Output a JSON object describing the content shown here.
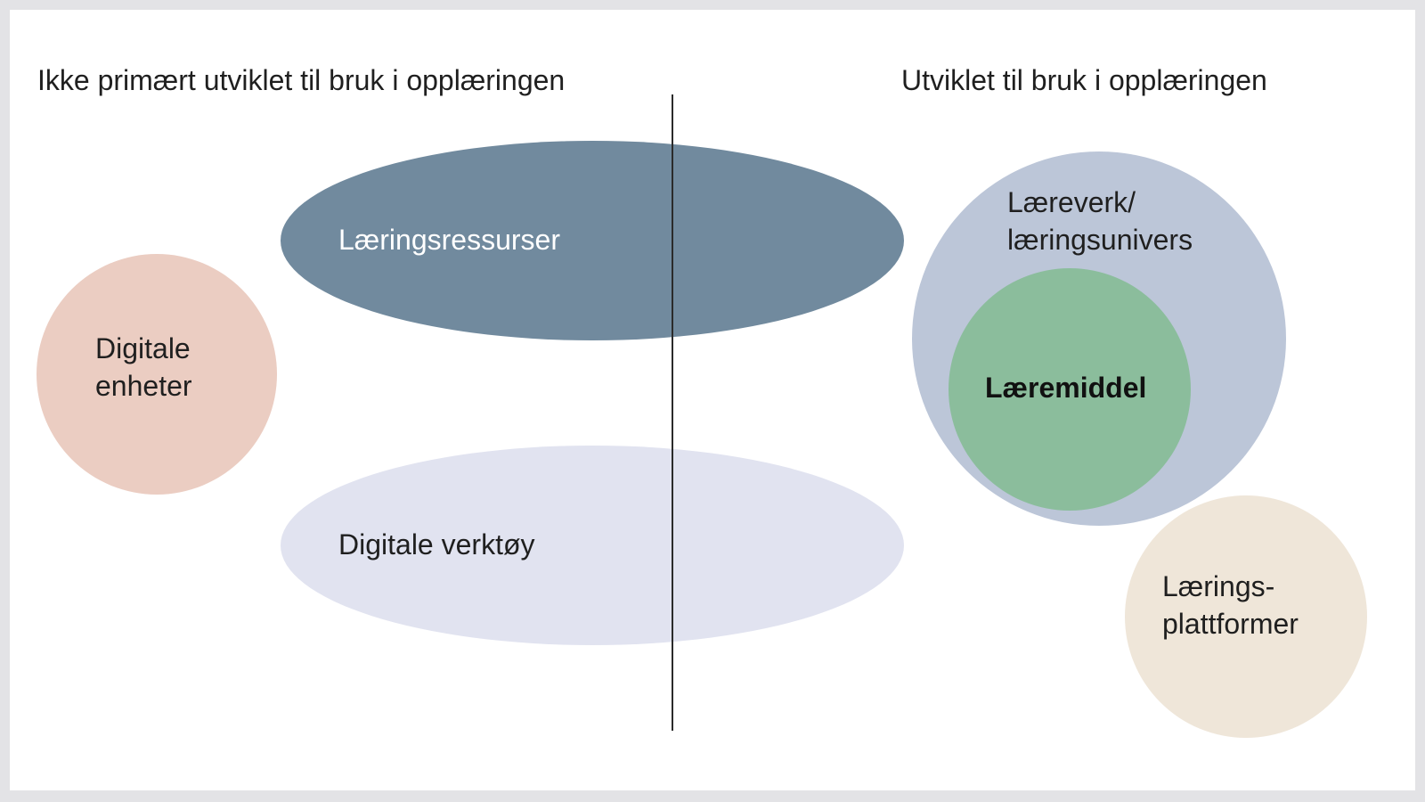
{
  "headings": {
    "left": "Ikke primært utviklet til bruk i opplæringen",
    "right": "Utviklet til bruk i opplæringen"
  },
  "nodes": {
    "learning_resources": "Læringsressurser",
    "digital_tools": "Digitale verktøy",
    "digital_devices_line1": "Digitale",
    "digital_devices_line2": "enheter",
    "textbook_line1": "Læreverk/",
    "textbook_line2": "læringsunivers",
    "teaching_material": "Læremiddel",
    "platforms_line1": "Lærings-",
    "platforms_line2": "plattformer"
  },
  "colors": {
    "learning_resources": "#718a9e",
    "digital_tools": "#e1e3f0",
    "digital_devices": "#ebcdc2",
    "textbook": "#bcc6d8",
    "teaching_material": "#8bbd9c",
    "platforms": "#efe6d9"
  }
}
